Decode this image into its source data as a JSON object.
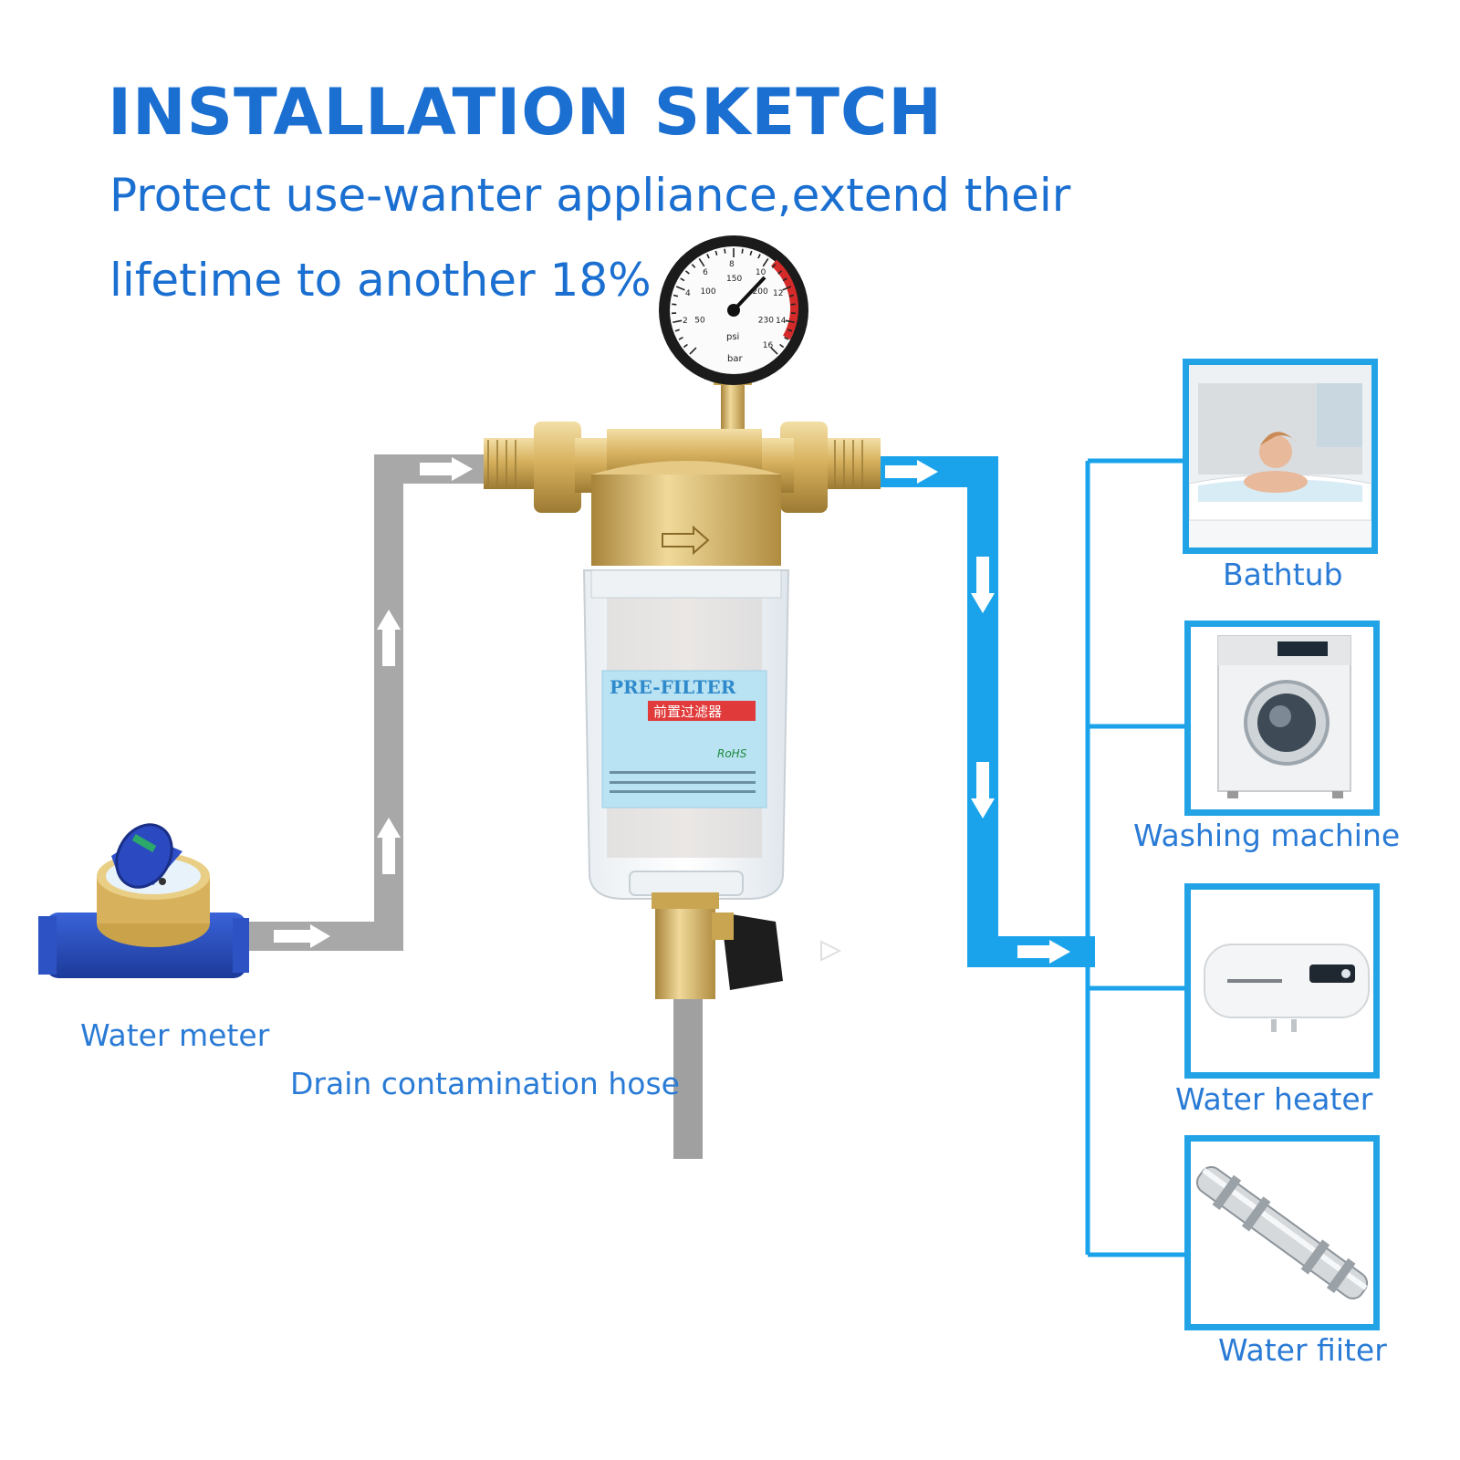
{
  "title": "INSTALLATION SKETCH",
  "subtitle_line1": "Protect use-wanter appliance,extend their",
  "subtitle_line2": "lifetime to another 18%",
  "labels": {
    "water_meter": "Water meter",
    "drain_hose": "Drain contamination hose"
  },
  "appliances": [
    {
      "label": "Bathtub",
      "icon": "bathtub-icon"
    },
    {
      "label": "Washing machine",
      "icon": "washing-machine-icon"
    },
    {
      "label": "Water heater",
      "icon": "water-heater-icon"
    },
    {
      "label": "Water fiiter",
      "icon": "water-filter-icon"
    }
  ],
  "gauge": {
    "psi_ticks": [
      "50",
      "100",
      "150",
      "200",
      "230"
    ],
    "bar_ticks": [
      "2",
      "4",
      "6",
      "8",
      "10",
      "12",
      "14",
      "16"
    ],
    "unit_psi": "psi",
    "unit_bar": "bar"
  },
  "filter_label": {
    "brand": "PRE-FILTER",
    "chinese": "前置过滤器",
    "badge": "RoHS"
  },
  "colors": {
    "heading": "#1a6fd1",
    "outlet_pipe": "#1aa3ea",
    "inlet_pipe": "#a8a8a8",
    "frame": "#22a3e6",
    "brass": "#d8b56a"
  }
}
